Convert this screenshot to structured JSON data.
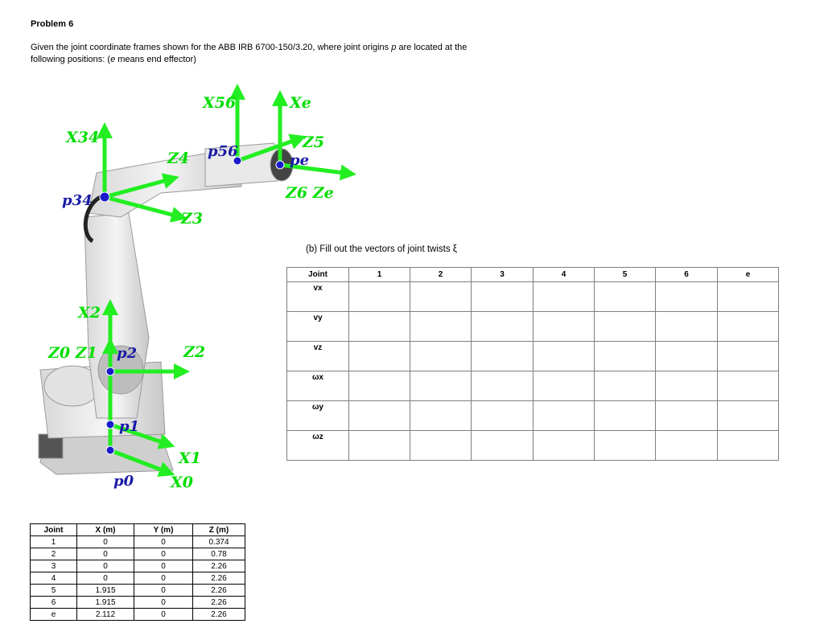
{
  "problem_title": "Problem 6",
  "intro_part1": "Given the joint coordinate frames shown for the ABB IRB 6700-150/3.20, where joint origins ",
  "intro_p": "p",
  "intro_part2": " are located at the following positions: (",
  "intro_e": "e",
  "intro_part3": " means end effector)",
  "figure_labels": {
    "x56": "X56",
    "xe": "Xe",
    "x34": "X34",
    "z4": "Z4",
    "p56": "p56",
    "z5": "Z5",
    "pe": "pe",
    "z6ze": "Z6 Ze",
    "p34": "p34",
    "z3": "Z3",
    "x2": "X2",
    "z0z1": "Z0 Z1",
    "p2": "p2",
    "z2": "Z2",
    "p1": "p1",
    "x1": "X1",
    "p0": "p0",
    "x0": "X0"
  },
  "colors": {
    "arrow": "#22ee22",
    "joint_dot": "#1a1acc",
    "axis_label": "#00dd00",
    "point_label": "#1a1aa6"
  },
  "positions_table": {
    "headers": [
      "Joint",
      "X (m)",
      "Y (m)",
      "Z (m)"
    ],
    "rows": [
      [
        "1",
        "0",
        "0",
        "0.374"
      ],
      [
        "2",
        "0",
        "0",
        "0.78"
      ],
      [
        "3",
        "0",
        "0",
        "2.26"
      ],
      [
        "4",
        "0",
        "0",
        "2.26"
      ],
      [
        "5",
        "1.915",
        "0",
        "2.26"
      ],
      [
        "6",
        "1.915",
        "0",
        "2.26"
      ],
      [
        "e",
        "2.112",
        "0",
        "2.26"
      ]
    ]
  },
  "twist_caption": "(b)  Fill out the vectors of joint twists ξ",
  "twist_table": {
    "headers": [
      "Joint",
      "1",
      "2",
      "3",
      "4",
      "5",
      "6",
      "e"
    ],
    "row_labels": [
      "vx",
      "vy",
      "vz",
      "ωx",
      "ωy",
      "ωz"
    ]
  }
}
